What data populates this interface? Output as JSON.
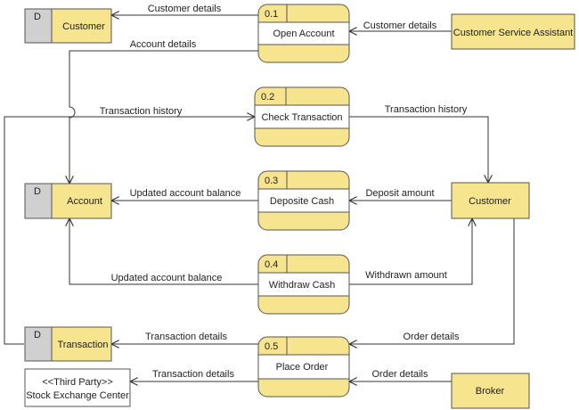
{
  "colors": {
    "entity_fill": "#f7e48f",
    "process_fill": "#f7e48f",
    "store_id_fill": "#d0d0d0",
    "line": "#333333"
  },
  "processes": [
    {
      "id": "0.1",
      "name": "Open Account"
    },
    {
      "id": "0.2",
      "name": "Check Transaction"
    },
    {
      "id": "0.3",
      "name": "Deposite Cash"
    },
    {
      "id": "0.4",
      "name": "Withdraw Cash"
    },
    {
      "id": "0.5",
      "name": "Place Order"
    }
  ],
  "stores": [
    {
      "id": "D",
      "name": "Customer"
    },
    {
      "id": "D",
      "name": "Account"
    },
    {
      "id": "D",
      "name": "Transaction"
    }
  ],
  "entities": {
    "csa": "Customer Service Assistant",
    "customer": "Customer",
    "broker": "Broker",
    "exchange_stereotype": "<<Third Party>>",
    "exchange_name": "Stock Exchange Center"
  },
  "flows": {
    "f1": "Customer details",
    "f2": "Customer details",
    "f3": "Account details",
    "f4": "Transaction history",
    "f5": "Transaction history",
    "f6": "Updated account balance",
    "f7": "Deposit amount",
    "f8": "Updated account balance",
    "f9": "Withdrawn amount",
    "f10": "Transaction details",
    "f11": "Order details",
    "f12": "Transaction details",
    "f13": "Order details"
  }
}
